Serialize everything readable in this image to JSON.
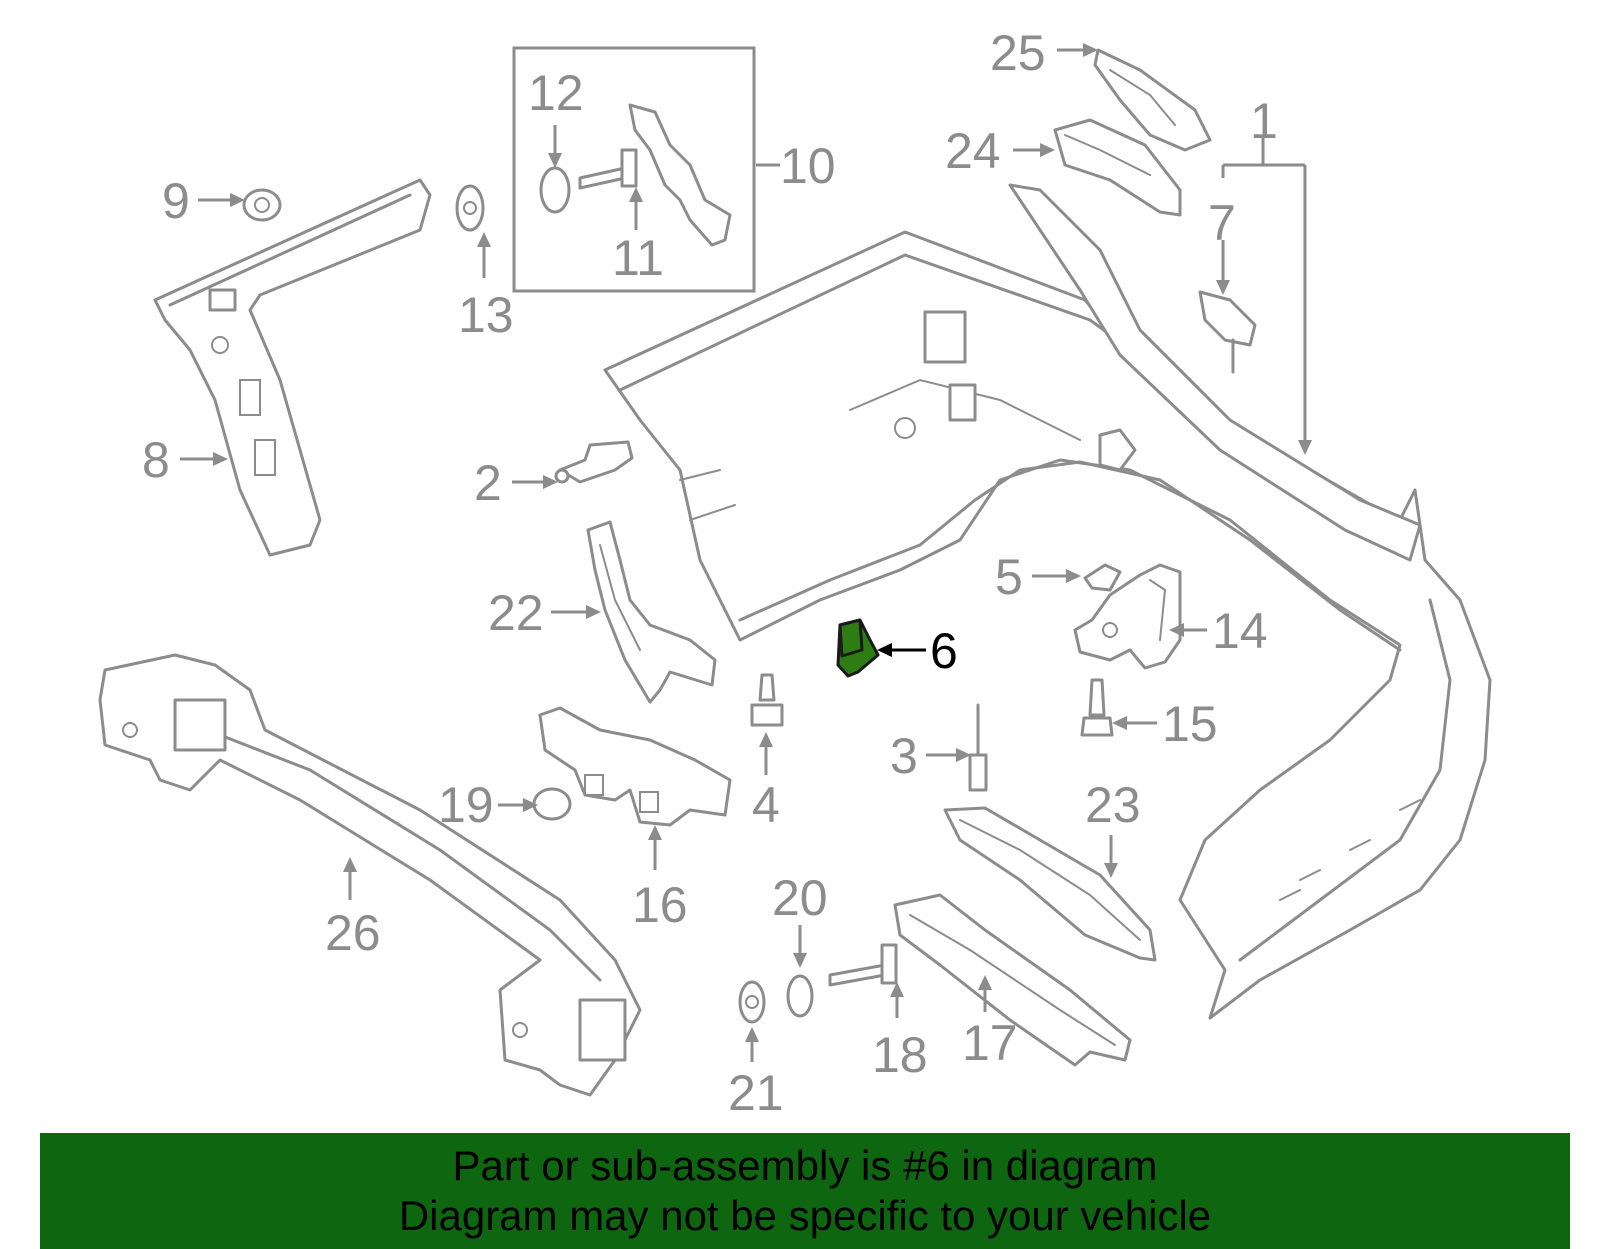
{
  "diagram": {
    "highlighted_part": "6",
    "callouts": [
      {
        "id": "c1",
        "label": "1"
      },
      {
        "id": "c2",
        "label": "2"
      },
      {
        "id": "c3",
        "label": "3"
      },
      {
        "id": "c4",
        "label": "4"
      },
      {
        "id": "c5",
        "label": "5"
      },
      {
        "id": "c6",
        "label": "6"
      },
      {
        "id": "c7",
        "label": "7"
      },
      {
        "id": "c8",
        "label": "8"
      },
      {
        "id": "c9",
        "label": "9"
      },
      {
        "id": "c10",
        "label": "10"
      },
      {
        "id": "c11",
        "label": "11"
      },
      {
        "id": "c12",
        "label": "12"
      },
      {
        "id": "c13",
        "label": "13"
      },
      {
        "id": "c14",
        "label": "14"
      },
      {
        "id": "c15",
        "label": "15"
      },
      {
        "id": "c16",
        "label": "16"
      },
      {
        "id": "c17",
        "label": "17"
      },
      {
        "id": "c18",
        "label": "18"
      },
      {
        "id": "c19",
        "label": "19"
      },
      {
        "id": "c20",
        "label": "20"
      },
      {
        "id": "c21",
        "label": "21"
      },
      {
        "id": "c22",
        "label": "22"
      },
      {
        "id": "c23",
        "label": "23"
      },
      {
        "id": "c24",
        "label": "24"
      },
      {
        "id": "c25",
        "label": "25"
      },
      {
        "id": "c26",
        "label": "26"
      }
    ],
    "colors": {
      "line": "#8c8c8c",
      "highlight": "#2e7d12",
      "banner": "#0f6610"
    }
  },
  "footer": {
    "line1": "Part or sub-assembly is #6 in diagram",
    "line2": "Diagram may not be specific to your vehicle"
  }
}
